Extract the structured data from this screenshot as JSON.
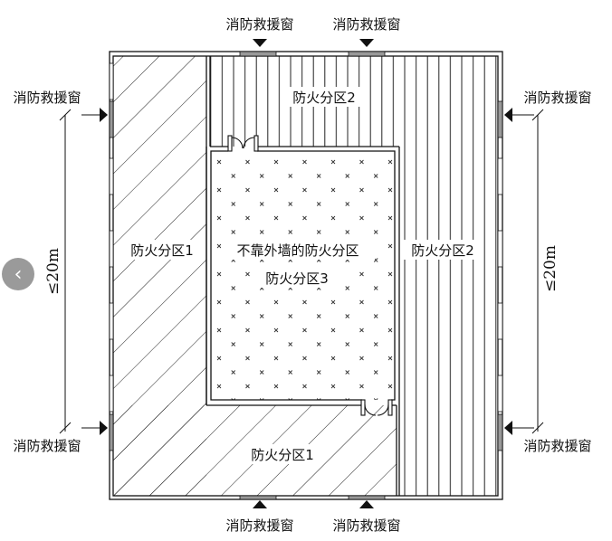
{
  "window_label": "消防救援窗",
  "labels": {
    "top_left": "消防救援窗",
    "top_right": "消防救援窗",
    "left_top": "消防救援窗",
    "left_bottom": "消防救援窗",
    "right_top": "消防救援窗",
    "right_bottom": "消防救援窗",
    "bottom_left": "消防救援窗",
    "bottom_right": "消防救援窗"
  },
  "zones": {
    "zone1_left": "防火分区1",
    "zone1_bottom": "防火分区1",
    "zone2_top": "防火分区2",
    "zone2_right": "防火分区2",
    "zone3_title": "不靠外墙的防火分区",
    "zone3": "防火分区3"
  },
  "dimensions": {
    "left": "≤20m",
    "right": "≤20m"
  },
  "nav": {
    "prev_icon": "‹"
  }
}
